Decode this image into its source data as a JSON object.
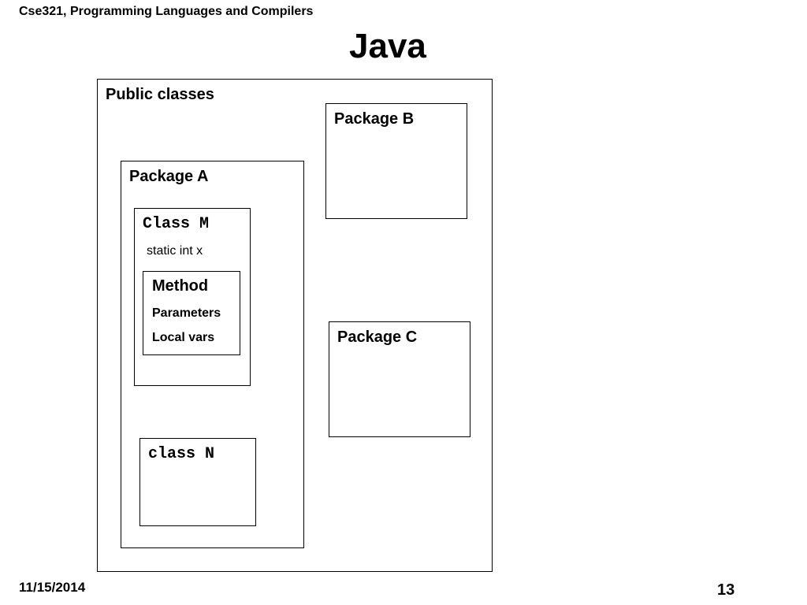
{
  "header": {
    "course_title": "Cse321, Programming Languages and Compilers"
  },
  "slide": {
    "title": "Java",
    "date": "11/15/2014",
    "page_number": "13"
  },
  "diagram": {
    "public_classes": {
      "label": "Public classes"
    },
    "package_a": {
      "label": "Package A"
    },
    "package_b": {
      "label": "Package B"
    },
    "package_c": {
      "label": "Package C"
    },
    "class_m": {
      "label": "Class M",
      "field": "static int  x"
    },
    "method": {
      "label": "Method",
      "parameters": "Parameters",
      "local_vars": "Local vars"
    },
    "class_n": {
      "label": "class N"
    }
  }
}
